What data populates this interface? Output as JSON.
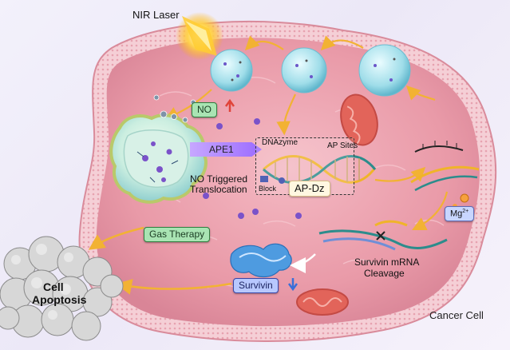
{
  "labels": {
    "nir_laser": "NIR Laser",
    "no": "NO",
    "ape1": "APE1",
    "no_triggered": "NO Triggered",
    "translocation": "Translocation",
    "dnazyme": "DNAzyme",
    "ap_sites": "AP Sites",
    "block": "Block",
    "ap_dz": "AP-Dz",
    "mg": "Mg",
    "mg_sup": "2+",
    "gas_therapy": "Gas Therapy",
    "survivin_mrna": "Survivin mRNA",
    "cleavage": "Cleavage",
    "survivin": "Survivin",
    "cell": "Cell",
    "apoptosis": "Apoptosis",
    "cancer_cell": "Cancer Cell"
  },
  "colors": {
    "cell_fill": "#e9a3b0",
    "membrane": "#f2c7cf",
    "nucleus": "#c4e8e2",
    "mitochondria": "#e2645a",
    "arrow": "#f2b233",
    "down_arrow": "#3b6fd8",
    "up_arrow": "#e0443a"
  }
}
